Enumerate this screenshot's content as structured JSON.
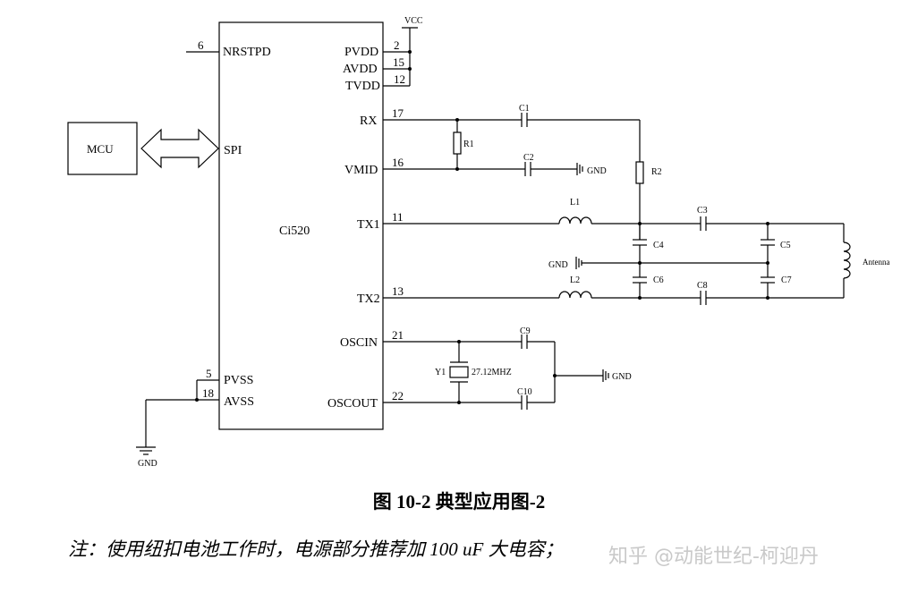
{
  "chip": {
    "name": "Ci520",
    "pins": {
      "nrstpd": {
        "num": "6",
        "name": "NRSTPD"
      },
      "spi": {
        "name": "SPI"
      },
      "pvss": {
        "num": "5",
        "name": "PVSS"
      },
      "avss": {
        "num": "18",
        "name": "AVSS"
      },
      "pvdd": {
        "num": "2",
        "name": "PVDD"
      },
      "avdd": {
        "num": "15",
        "name": "AVDD"
      },
      "tvdd": {
        "num": "12",
        "name": "TVDD"
      },
      "rx": {
        "num": "17",
        "name": "RX"
      },
      "vmid": {
        "num": "16",
        "name": "VMID"
      },
      "tx1": {
        "num": "11",
        "name": "TX1"
      },
      "tx2": {
        "num": "13",
        "name": "TX2"
      },
      "oscin": {
        "num": "21",
        "name": "OSCIN"
      },
      "oscout": {
        "num": "22",
        "name": "OSCOUT"
      }
    }
  },
  "mcu": "MCU",
  "vcc": "VCC",
  "gnd": "GND",
  "components": {
    "r1": "R1",
    "r2": "R2",
    "c1": "C1",
    "c2": "C2",
    "c3": "C3",
    "c4": "C4",
    "c5": "C5",
    "c6": "C6",
    "c7": "C7",
    "c8": "C8",
    "c9": "C9",
    "c10": "C10",
    "l1": "L1",
    "l2": "L2",
    "y1": "Y1",
    "y1_freq": "27.12MHZ",
    "antenna": "Antenna"
  },
  "caption": "图 10-2  典型应用图-2",
  "note": "注：使用纽扣电池工作时，电源部分推荐加 100 uF 大电容；",
  "watermark": "知乎 @动能世纪-柯迎丹"
}
